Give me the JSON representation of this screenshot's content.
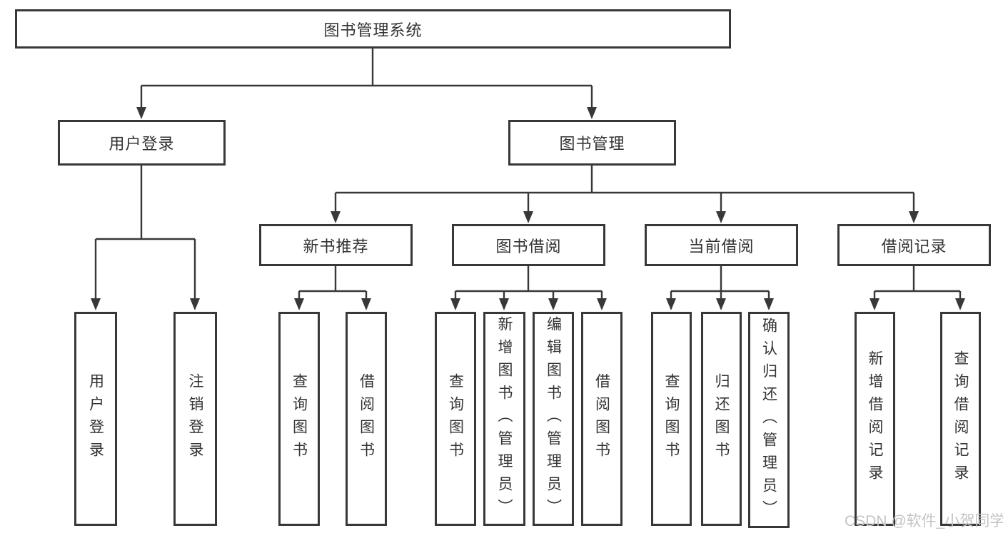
{
  "colors": {
    "line": "#383838",
    "text": "#333333",
    "box_background": "#ffffff",
    "watermark": "#c4c4c4",
    "page_background": "#ffffff"
  },
  "nodes": {
    "root": {
      "label": "图书管理系统"
    },
    "level2": [
      {
        "label": "用户登录"
      },
      {
        "label": "图书管理"
      }
    ],
    "level3": [
      {
        "label": "新书推荐"
      },
      {
        "label": "图书借阅"
      },
      {
        "label": "当前借阅"
      },
      {
        "label": "借阅记录"
      }
    ],
    "leaves": [
      {
        "label": "用户登录"
      },
      {
        "label": "注销登录"
      },
      {
        "label": "查询图书"
      },
      {
        "label": "借阅图书"
      },
      {
        "label": "查询图书"
      },
      {
        "label": "新增图书（管理员）"
      },
      {
        "label": "编辑图书（管理员）"
      },
      {
        "label": "借阅图书"
      },
      {
        "label": "查询图书"
      },
      {
        "label": "归还图书"
      },
      {
        "label": "确认归还（管理员）"
      },
      {
        "label": "新增借阅记录"
      },
      {
        "label": "查询借阅记录"
      }
    ]
  },
  "watermark": {
    "text": "CSDN @软件_小贺同学"
  }
}
